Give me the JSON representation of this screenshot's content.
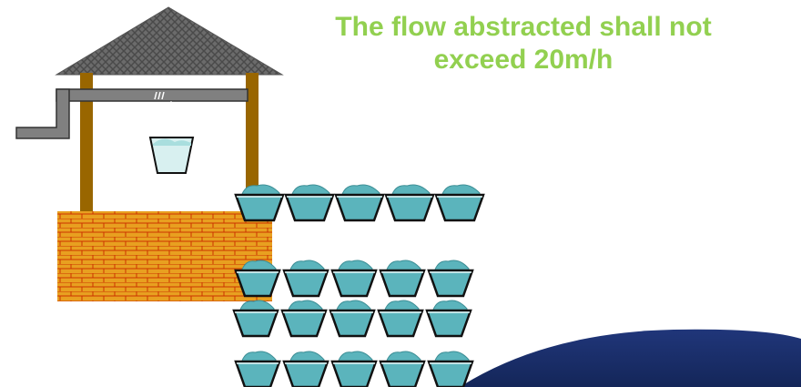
{
  "heading": {
    "line1": "The flow abstracted shall not",
    "line2": "exceed 20m/h",
    "color": "#92d050"
  },
  "colors": {
    "roof": "#666666",
    "post": "#996600",
    "brick": "#e8a020",
    "mortar": "#cc3300",
    "pipe": "#808080",
    "bucket": "#5bb4bc",
    "water": "#5bb4bc",
    "well_bucket": "#d8f0f0",
    "navy": "#1a2d6e"
  },
  "buckets": {
    "rows": 4,
    "per_row": 5,
    "icon": "water-bucket-icon"
  }
}
